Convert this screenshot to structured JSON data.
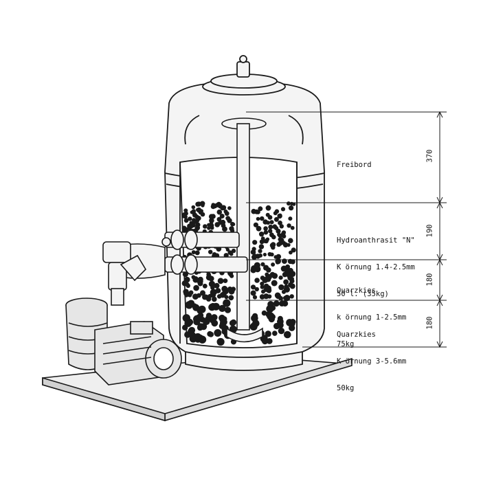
{
  "layers": [
    {
      "id": "freibord",
      "lines": [
        "Freibord"
      ],
      "dimension": "370"
    },
    {
      "id": "hydroanthrasit",
      "lines": [
        "Hydroanthrasit \"N\"",
        "K örnung 1.4-2.5mm",
        "50 l. (35kg)"
      ],
      "dimension": "190"
    },
    {
      "id": "quarzkies-fine",
      "lines": [
        "Quarzkies",
        "k örnung 1-2.5mm",
        "75kg"
      ],
      "dimension": "180"
    },
    {
      "id": "quarzkies-coarse",
      "lines": [
        "Quarzkies",
        "K örnung 3-5.6mm",
        "50kg"
      ],
      "dimension": "180"
    }
  ],
  "colors": {
    "line": "#1a1a1a",
    "tank_fill": "#f4f4f4",
    "base_fill": "#efefef",
    "pump_fill": "#e6e6e6",
    "media_dot": "#1a1a1a"
  }
}
